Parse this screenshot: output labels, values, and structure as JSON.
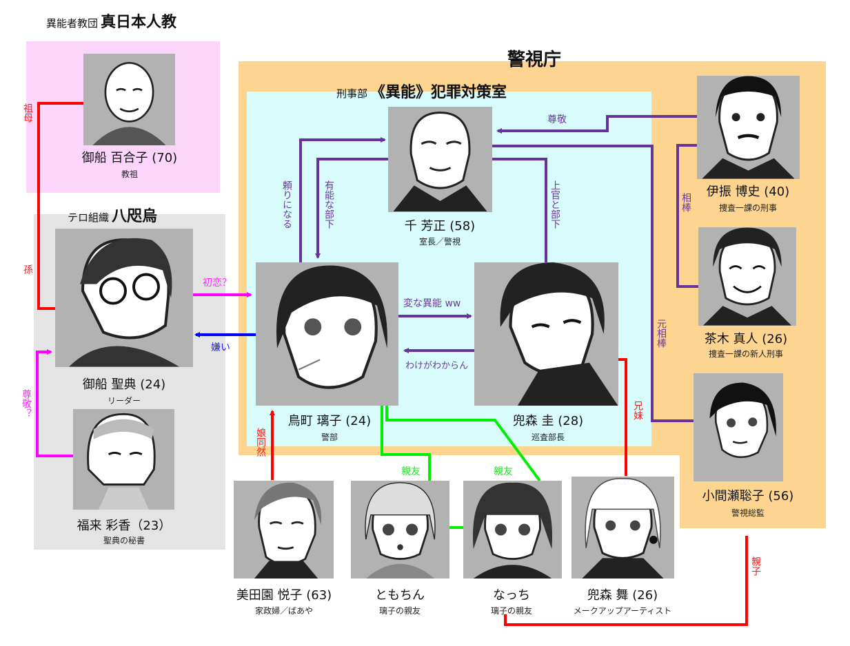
{
  "colors": {
    "family": "#ff0000",
    "admiration": "#ff00ff",
    "dislike": "#0000ff",
    "work": "#663399",
    "friend": "#00ee00",
    "cult_bg": "#fcd5fc",
    "terror_bg": "#e4e4e4",
    "police_bg": "#fed590",
    "unit_bg": "#d8fcfc",
    "portrait_bg": "#b2b2b2"
  },
  "groups": {
    "cult": {
      "prefix": "異能者教団",
      "name": "真日本人教"
    },
    "terror": {
      "prefix": "テロ組織",
      "name": "八咫烏"
    },
    "police": {
      "name": "警視庁"
    },
    "unit": {
      "prefix": "刑事部",
      "name": "《異能》犯罪対策室"
    }
  },
  "characters": {
    "yuriko": {
      "name": "御船 百合子 (70)",
      "role": "教祖",
      "icon": "portrait-elderly-woman-icon"
    },
    "kiyonori": {
      "name": "御船 聖典 (24)",
      "role": "リーダー",
      "icon": "portrait-glasses-man-icon"
    },
    "ayaka": {
      "name": "福来 彩香（23）",
      "role": "聖典の秘書",
      "icon": "portrait-woman-turtleneck-icon"
    },
    "sen": {
      "name": "千 芳正 (58)",
      "role": "室長／警視",
      "icon": "portrait-older-man-suit-icon"
    },
    "ruriko": {
      "name": "鳥町 璃子 (24)",
      "role": "警部",
      "icon": "portrait-woman-cigarette-icon"
    },
    "kei": {
      "name": "兜森 圭 (28)",
      "role": "巡査部長",
      "icon": "portrait-man-suit-icon"
    },
    "ifuri": {
      "name": "伊振 博史 (40)",
      "role": "捜査一課の刑事",
      "icon": "portrait-mustache-man-icon"
    },
    "chaki": {
      "name": "茶木 真人 (26)",
      "role": "捜査一課の新人刑事",
      "icon": "portrait-smiling-man-icon"
    },
    "omase": {
      "name": "小間瀬聡子 (56)",
      "role": "警視総監",
      "icon": "portrait-older-woman-icon"
    },
    "mitazono": {
      "name": "美田園 悦子 (63)",
      "role": "家政婦／ばあや",
      "icon": "portrait-housekeeper-icon"
    },
    "tomochin": {
      "name": "ともちん",
      "role": "璃子の親友",
      "icon": "portrait-girl-bangs-icon"
    },
    "nacchi": {
      "name": "なっち",
      "role": "璃子の親友",
      "icon": "portrait-girl-bob-icon"
    },
    "mai": {
      "name": "兜森 舞 (26)",
      "role": "メークアップアーティスト",
      "icon": "portrait-woman-earring-icon"
    }
  },
  "relations": {
    "grandmother": "祖母",
    "grandchild": "孫",
    "first_love": "初恋？",
    "dislike": "嫌い",
    "respect_q": "尊敬？",
    "reliable": "頼りになる",
    "capable_sub": "有能な部下",
    "boss_sub": "上官と部下",
    "respect": "尊敬",
    "partner": "相棒",
    "former_partner": "元相棒",
    "weird_ability": "変な異能 ww",
    "confused": "わけがわからん",
    "siblings": "兄妹",
    "like_daughter": "娘同然",
    "best_friend_1": "親友",
    "best_friend_2": "親友",
    "parent_child": "親子"
  }
}
